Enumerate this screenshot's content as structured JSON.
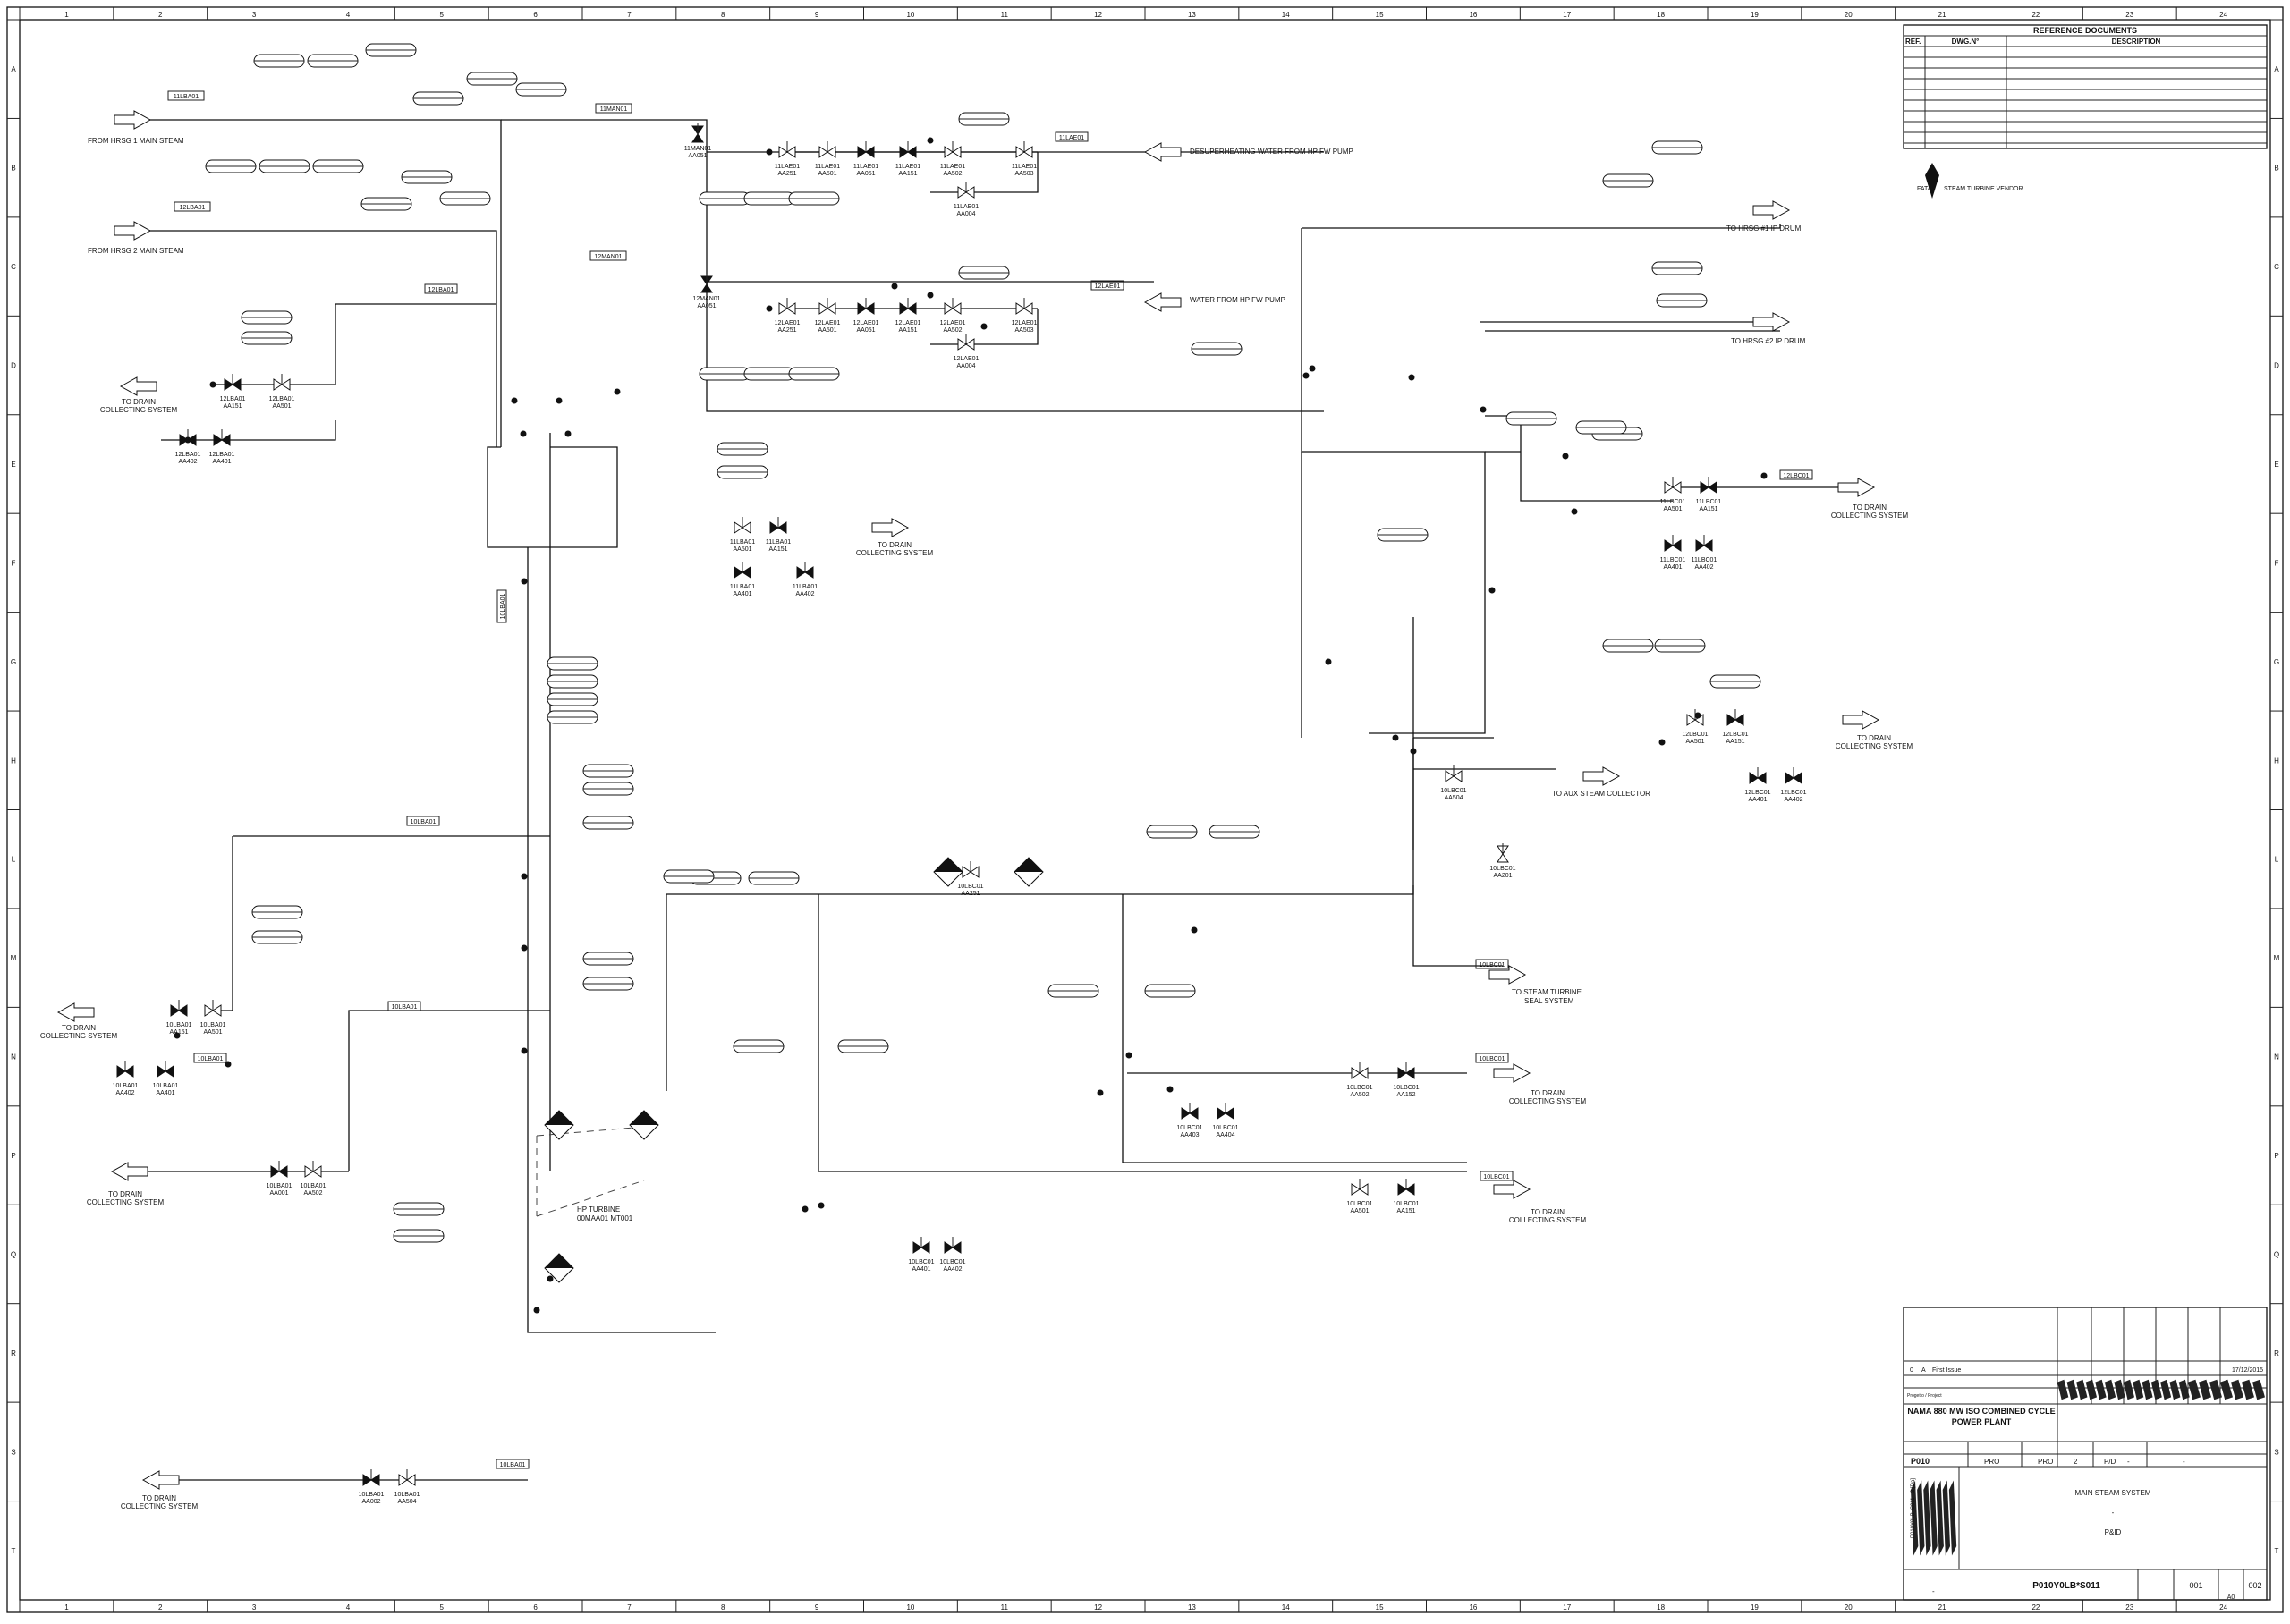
{
  "frame": {
    "columns": [
      "1",
      "2",
      "3",
      "4",
      "5",
      "6",
      "7",
      "8",
      "9",
      "10",
      "11",
      "12",
      "13",
      "14",
      "15",
      "16",
      "17",
      "18",
      "19",
      "20",
      "21",
      "22",
      "23",
      "24"
    ],
    "rows": [
      "A",
      "B",
      "C",
      "D",
      "E",
      "F",
      "G",
      "H",
      "L",
      "M",
      "N",
      "P",
      "Q",
      "R",
      "S",
      "T"
    ]
  },
  "reference": {
    "title": "REFERENCE DOCUMENTS",
    "col_ref": "REF.",
    "col_dwg": "DWG.N°",
    "col_desc": "DESCRIPTION",
    "vendor_tag": "FATA",
    "vendor_text": "STEAM TURBINE VENDOR"
  },
  "title_block": {
    "rev": "0",
    "rev_letter": "A",
    "issue": "First Issue",
    "date": "17/12/2015",
    "project_label": "Progetto / Project",
    "project": "NAMA 880 MW ISO COMBINED CYCLE POWER PLANT",
    "job": "P010",
    "pro1": "PRO",
    "pro2": "PRO",
    "sheet_no": "2",
    "type": "P/D",
    "dash1": "-",
    "dash2": "-",
    "system": "MAIN STEAM SYSTEM",
    "dash3": "-",
    "doc_type": "P&ID",
    "doc_number": "P010Y0LB*S011",
    "sheet": "001",
    "rev_no": "002",
    "size": "A0",
    "dash4": "-",
    "side_code": "P010Y0LB_S011 - 3 [Da]"
  },
  "labels": {
    "hrsg1": "FROM HRSG 1 MAIN STEAM",
    "hrsg2": "FROM HRSG 2 MAIN STEAM",
    "desup": "DESUPERHEATING WATER FROM HP FW PUMP",
    "water_hp": "WATER FROM HP FW PUMP",
    "to_hrsg1": "TO HRSG #1 IP DRUM",
    "to_hrsg2": "TO  HRSG #2 IP DRUM",
    "drain_line1": "TO DRAIN",
    "drain_line2": "COLLECTING SYSTEM",
    "aux": "TO AUX STEAM COLLECTOR",
    "seal1": "TO STEAM TURBINE",
    "seal2": "SEAL SYSTEM",
    "hp1": "HP TURBINE",
    "hp2": "00MAA01 MT001"
  },
  "line_tags": {
    "t11lba01": "11LBA01",
    "t12lba01": "12LBA01",
    "t11man01": "11MAN01",
    "t12man01": "12MAN01",
    "t11lae01": "11LAE01",
    "t12lae01": "12LAE01",
    "t12lbc01": "12LBC01",
    "t10lbc01a": "10LBC01",
    "t10lbc01b": "10LBC01",
    "t10lbc01c": "10LBC01",
    "t10lba01a": "10LBA01",
    "t10lba01b": "10LBA01",
    "t10lba01c": "10LBA01",
    "t10lba01d": "10LBA01",
    "t10lba01e": "10LBA01",
    "t12lba01b": "12LBA01"
  },
  "valves": [
    {
      "tag": "11MAN01",
      "sub": "AA051"
    },
    {
      "tag": "11LAE01",
      "sub": "AA251"
    },
    {
      "tag": "11LAE01",
      "sub": "AA501"
    },
    {
      "tag": "11LAE01",
      "sub": "AA051"
    },
    {
      "tag": "11LAE01",
      "sub": "AA151"
    },
    {
      "tag": "11LAE01",
      "sub": "AA502"
    },
    {
      "tag": "11LAE01",
      "sub": "AA503"
    },
    {
      "tag": "11LAE01",
      "sub": "AA004"
    },
    {
      "tag": "12MAN01",
      "sub": "AA051"
    },
    {
      "tag": "12LAE01",
      "sub": "AA251"
    },
    {
      "tag": "12LAE01",
      "sub": "AA501"
    },
    {
      "tag": "12LAE01",
      "sub": "AA051"
    },
    {
      "tag": "12LAE01",
      "sub": "AA151"
    },
    {
      "tag": "12LAE01",
      "sub": "AA502"
    },
    {
      "tag": "12LAE01",
      "sub": "AA503"
    },
    {
      "tag": "12LAE01",
      "sub": "AA004"
    },
    {
      "tag": "12LBA01",
      "sub": "AA151"
    },
    {
      "tag": "12LBA01",
      "sub": "AA501"
    },
    {
      "tag": "12LBA01",
      "sub": "AA402"
    },
    {
      "tag": "12LBA01",
      "sub": "AA401"
    },
    {
      "tag": "11LBA01",
      "sub": "AA501"
    },
    {
      "tag": "11LBA01",
      "sub": "AA151"
    },
    {
      "tag": "11LBA01",
      "sub": "AA401"
    },
    {
      "tag": "11LBA01",
      "sub": "AA402"
    },
    {
      "tag": "11LBC01",
      "sub": "AA501"
    },
    {
      "tag": "11LBC01",
      "sub": "AA151"
    },
    {
      "tag": "11LBC01",
      "sub": "AA401"
    },
    {
      "tag": "11LBC01",
      "sub": "AA402"
    },
    {
      "tag": "12LBC01",
      "sub": "AA501"
    },
    {
      "tag": "12LBC01",
      "sub": "AA151"
    },
    {
      "tag": "12LBC01",
      "sub": "AA401"
    },
    {
      "tag": "12LBC01",
      "sub": "AA402"
    },
    {
      "tag": "10LBC01",
      "sub": "AA504"
    },
    {
      "tag": "10LBC01",
      "sub": "AA251"
    },
    {
      "tag": "10LBC01",
      "sub": "AA201"
    },
    {
      "tag": "10LBC01",
      "sub": "AA502"
    },
    {
      "tag": "10LBC01",
      "sub": "AA152"
    },
    {
      "tag": "10LBC01",
      "sub": "AA403"
    },
    {
      "tag": "10LBC01",
      "sub": "AA404"
    },
    {
      "tag": "10LBC01",
      "sub": "AA501"
    },
    {
      "tag": "10LBC01",
      "sub": "AA151"
    },
    {
      "tag": "10LBC01",
      "sub": "AA401"
    },
    {
      "tag": "10LBC01",
      "sub": "AA402"
    },
    {
      "tag": "10LBA01",
      "sub": "AA151"
    },
    {
      "tag": "10LBA01",
      "sub": "AA501"
    },
    {
      "tag": "10LBA01",
      "sub": "AA402"
    },
    {
      "tag": "10LBA01",
      "sub": "AA401"
    },
    {
      "tag": "10LBA01",
      "sub": "AA001"
    },
    {
      "tag": "10LBA01",
      "sub": "AA502"
    },
    {
      "tag": "10LBA01",
      "sub": "AA002"
    },
    {
      "tag": "10LBA01",
      "sub": "AA504"
    }
  ]
}
